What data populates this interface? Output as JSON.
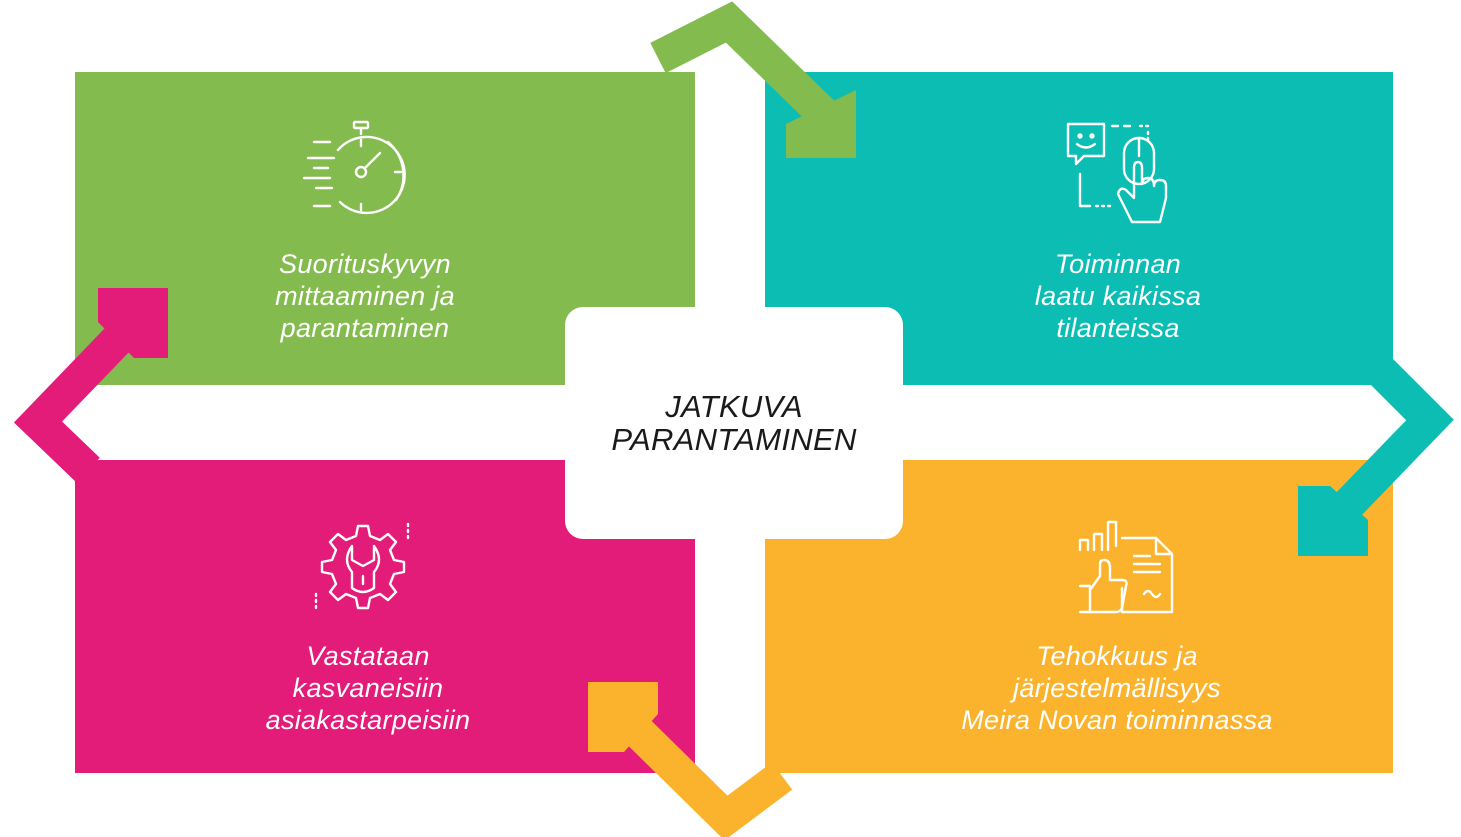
{
  "colors": {
    "green": "#84BB4E",
    "teal": "#0BBDB3",
    "magenta": "#E31B79",
    "orange": "#FBB32E",
    "center_text": "#1a1a1a"
  },
  "center": {
    "line1": "JATKUVA",
    "line2": "PARANTAMINEN"
  },
  "quadrants": {
    "top_left": {
      "icon": "stopwatch-icon",
      "lines": [
        "Suorituskyvyn",
        "mittaaminen ja",
        "parantaminen"
      ]
    },
    "top_right": {
      "icon": "chat-mouse-hand-icon",
      "lines": [
        "Toiminnan",
        "laatu kaikissa",
        "tilanteissa"
      ]
    },
    "bottom_left": {
      "icon": "wrench-gear-icon",
      "lines": [
        "Vastataan",
        "kasvaneisiin",
        "asiakastarpeisiin"
      ]
    },
    "bottom_right": {
      "icon": "chart-document-thumbs-up-icon",
      "lines": [
        "Tehokkuus ja",
        "järjestelmällisyys",
        "Meira Novan toiminnassa"
      ]
    }
  }
}
